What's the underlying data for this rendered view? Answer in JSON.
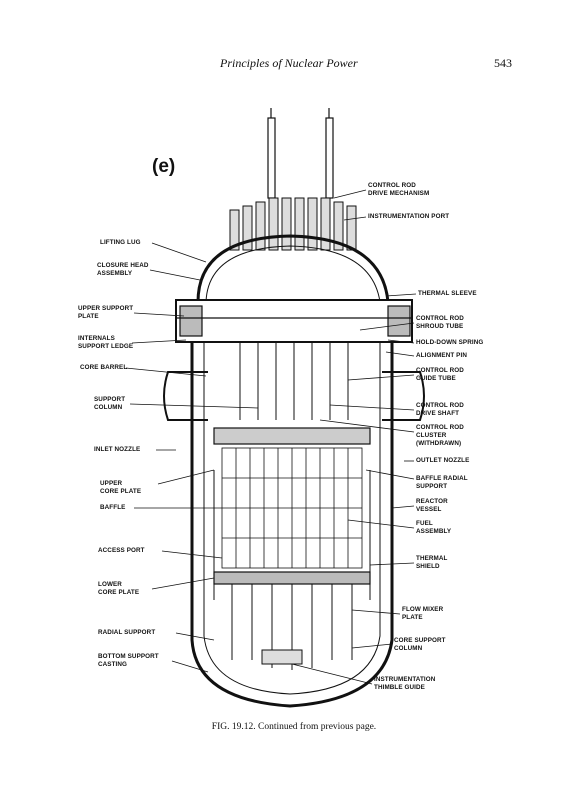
{
  "header": {
    "running_title": "Principles of Nuclear Power",
    "page_number": "543"
  },
  "figure": {
    "panel_label": "(e)",
    "caption": "FIG. 19.12. Continued from previous page.",
    "labels": {
      "control_rod_drive_mechanism": "CONTROL ROD\nDRIVE MECHANISM",
      "instrumentation_port": "INSTRUMENTATION PORT",
      "lifting_lug": "LIFTING LUG",
      "closure_head_assembly": "CLOSURE HEAD\nASSEMBLY",
      "thermal_sleeve": "THERMAL SLEEVE",
      "upper_support_plate": "UPPER SUPPORT\nPLATE",
      "control_rod_shroud_tube": "CONTROL ROD\nSHROUD TUBE",
      "internals_support_ledge": "INTERNALS\nSUPPORT LEDGE",
      "hold_down_spring": "HOLD-DOWN SPRING",
      "alignment_pin": "ALIGNMENT PIN",
      "core_barrel": "CORE BARREL",
      "control_rod_guide_tube": "CONTROL ROD\nGUIDE TUBE",
      "support_column": "SUPPORT\nCOLUMN",
      "control_rod_drive_shaft": "CONTROL ROD\nDRIVE SHAFT",
      "control_rod_cluster": "CONTROL ROD\nCLUSTER\n(WITHDRAWN)",
      "inlet_nozzle": "INLET NOZZLE",
      "outlet_nozzle": "OUTLET NOZZLE",
      "baffle_radial_support": "BAFFLE RADIAL\nSUPPORT",
      "upper_core_plate": "UPPER\nCORE PLATE",
      "reactor_vessel": "REACTOR\nVESSEL",
      "baffle": "BAFFLE",
      "fuel_assembly": "FUEL\nASSEMBLY",
      "access_port": "ACCESS PORT",
      "thermal_shield": "THERMAL\nSHIELD",
      "lower_core_plate": "LOWER\nCORE PLATE",
      "flow_mixer_plate": "FLOW MIXER\nPLATE",
      "radial_support": "RADIAL SUPPORT",
      "core_support_column": "CORE SUPPORT\nCOLUMN",
      "bottom_support_casting": "BOTTOM SUPPORT\nCASTING",
      "instrumentation_thimble_guide": "INSTRUMENTATION\nTHIMBLE GUIDE"
    }
  }
}
